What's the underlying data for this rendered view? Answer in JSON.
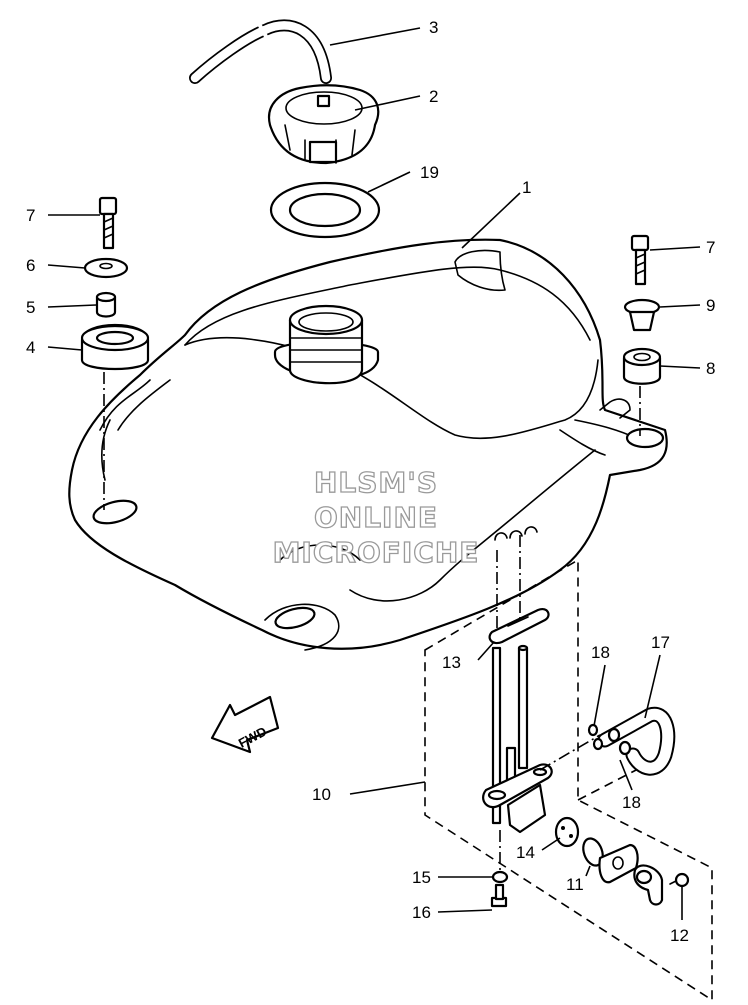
{
  "diagram": {
    "watermark": [
      "HLSM'S",
      "ONLINE",
      "MICROFICHE"
    ],
    "direction_badge": "FWD",
    "callouts": {
      "c1": "1",
      "c2": "2",
      "c3": "3",
      "c4": "4",
      "c5": "5",
      "c6": "6",
      "c7a": "7",
      "c7b": "7",
      "c8": "8",
      "c9": "9",
      "c10": "10",
      "c11": "11",
      "c12": "12",
      "c13": "13",
      "c14": "14",
      "c15": "15",
      "c16": "16",
      "c17": "17",
      "c18a": "18",
      "c18b": "18",
      "c19": "19"
    }
  }
}
